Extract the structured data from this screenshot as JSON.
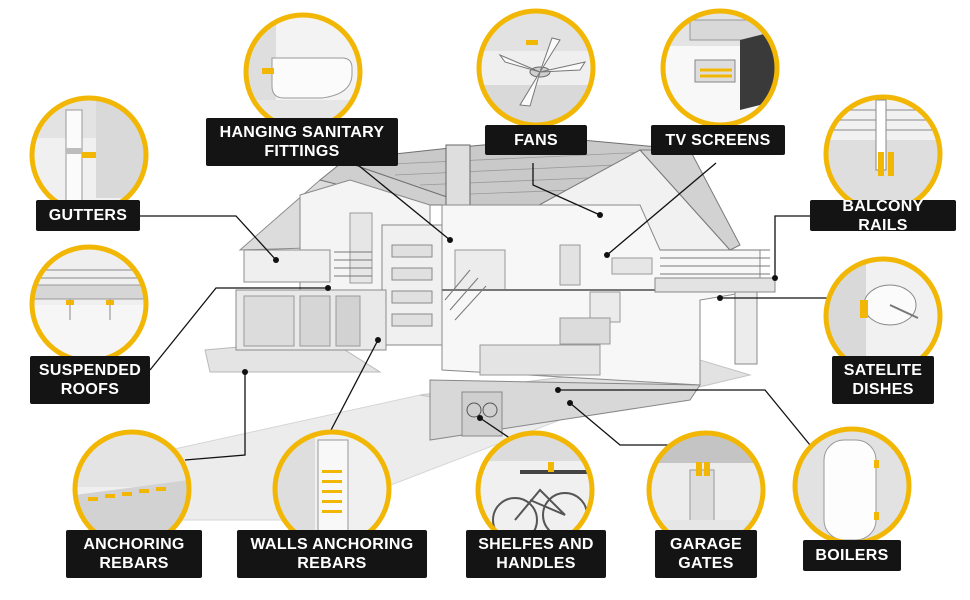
{
  "colors": {
    "ring": "#f2b705",
    "label_bg": "#141414",
    "label_text": "#ffffff",
    "line": "#111111"
  },
  "labels": {
    "hanging_sanitary": [
      "HANGING SANITARY",
      "FITTINGS"
    ],
    "fans": "FANS",
    "tv_screens": "TV SCREENS",
    "gutters": "GUTTERS",
    "balcony_rails": "BALCONY RAILS",
    "suspended_roofs": [
      "SUSPENDED",
      "ROOFS"
    ],
    "satelite_dishes": [
      "SATELITE",
      "DISHES"
    ],
    "anchoring_rebars": [
      "ANCHORING",
      "REBARS"
    ],
    "walls_anchoring_rebars": [
      "WALLS ANCHORING",
      "REBARS"
    ],
    "shelfes_handles": [
      "SHELFES AND",
      "HANDLES"
    ],
    "garage_gates": [
      "GARAGE",
      "GATES"
    ],
    "boilers": "BOILERS"
  },
  "callout_icons": [
    "toilet-detail-icon",
    "fan-detail-icon",
    "tv-mount-detail-icon",
    "gutter-detail-icon",
    "balcony-rail-detail-icon",
    "suspended-roof-detail-icon",
    "satellite-dish-detail-icon",
    "anchoring-rebar-detail-icon",
    "wall-rebar-detail-icon",
    "bicycle-shelf-detail-icon",
    "garage-gate-detail-icon",
    "boiler-detail-icon"
  ]
}
